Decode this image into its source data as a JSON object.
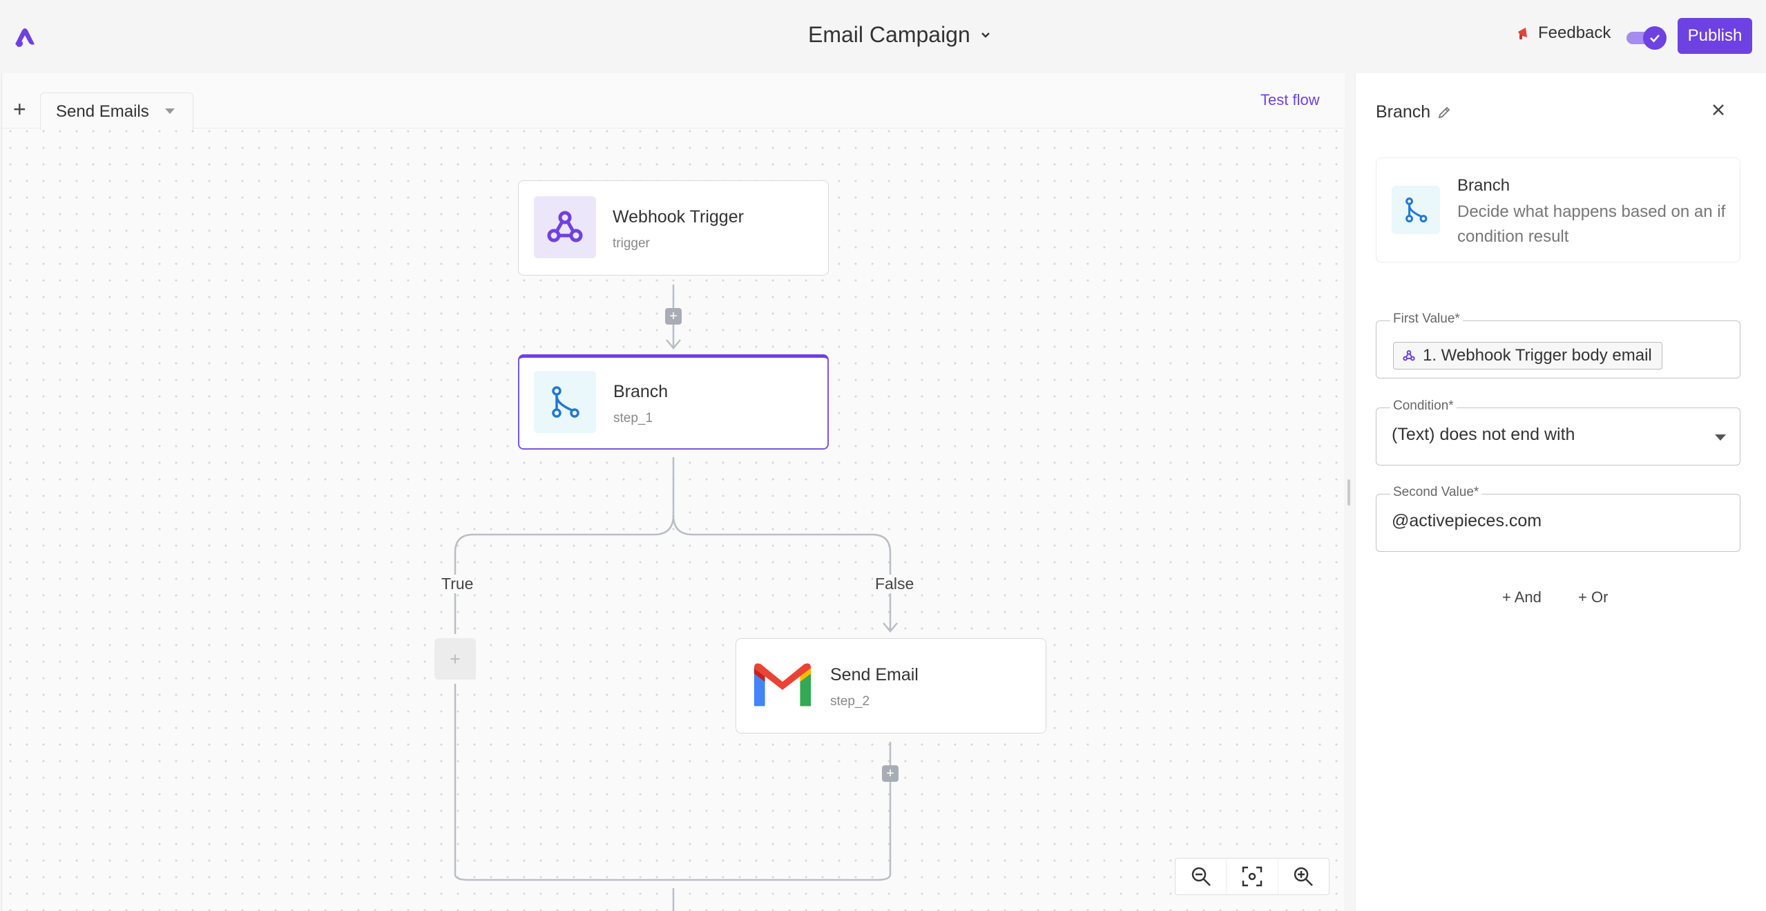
{
  "header": {
    "flow_title": "Email Campaign",
    "feedback_label": "Feedback",
    "publish_label": "Publish",
    "accent_color": "#6e41e2"
  },
  "tabs": {
    "add_label": "+",
    "items": [
      {
        "label": "Send Emails"
      }
    ],
    "test_flow_label": "Test flow"
  },
  "flow": {
    "nodes": [
      {
        "name": "Webhook Trigger",
        "sub": "trigger",
        "icon": "webhook-icon"
      },
      {
        "name": "Branch",
        "sub": "step_1",
        "icon": "branch-icon"
      },
      {
        "name": "Send Email",
        "sub": "step_2",
        "icon": "gmail-icon"
      }
    ],
    "branch_true_label": "True",
    "branch_false_label": "False"
  },
  "panel": {
    "title": "Branch",
    "piece_name": "Branch",
    "piece_description": "Decide what happens based on an if condition result",
    "first_value_label": "First Value*",
    "first_value_chip": "1. Webhook Trigger body email",
    "condition_label": "Condition*",
    "condition_value": "(Text) does not end with",
    "second_value_label": "Second Value*",
    "second_value": "@activepieces.com",
    "and_label": "+ And",
    "or_label": "+ Or"
  }
}
